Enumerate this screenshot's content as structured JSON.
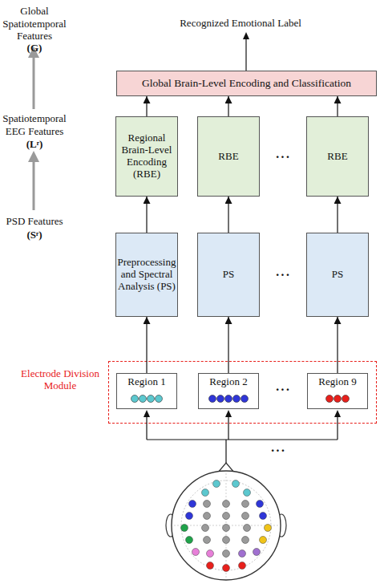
{
  "diagram": {
    "nodes": [
      {
        "text": [
          "Global Brain-Level Encoding and Classification"
        ]
      },
      {
        "text": [
          "Regional Brain-Level Encoding (RBE)"
        ]
      },
      {
        "text": [
          "RBE"
        ]
      },
      {
        "text": [
          "RBE"
        ]
      },
      {
        "text": [
          "Preprocessing and Spectral Analysis (PS)"
        ]
      },
      {
        "text": [
          "PS"
        ]
      },
      {
        "text": [
          "PS"
        ]
      },
      {
        "text": [
          "Electrode Division Module"
        ]
      },
      {
        "text": [
          "Region 1"
        ],
        "in": 7
      },
      {
        "text": [
          "Region 2"
        ],
        "in": 7
      },
      {
        "text": [
          "Region 9"
        ],
        "in": 7
      }
    ],
    "edges": [
      {
        "from": 8,
        "to": 4,
        "arrow": "to"
      },
      {
        "from": 9,
        "to": 5,
        "arrow": "to"
      },
      {
        "from": 10,
        "to": 6,
        "arrow": "to"
      },
      {
        "from": 4,
        "to": 1,
        "arrow": "to"
      },
      {
        "from": 5,
        "to": 2,
        "arrow": "to"
      },
      {
        "from": 6,
        "to": 3,
        "arrow": "to"
      },
      {
        "from": 1,
        "to": 0,
        "arrow": "to"
      },
      {
        "from": 2,
        "to": 0,
        "arrow": "to"
      },
      {
        "from": 3,
        "to": 0,
        "arrow": "to"
      }
    ],
    "labels": [
      "Global Spatiotemporal Features",
      "(G)",
      "Spatiotemporal EEG Features",
      "(Lʳ)",
      "PSD Features",
      "(Sʳ)",
      "Recognized Emotional Label",
      "···",
      "···",
      "···",
      "···"
    ]
  }
}
